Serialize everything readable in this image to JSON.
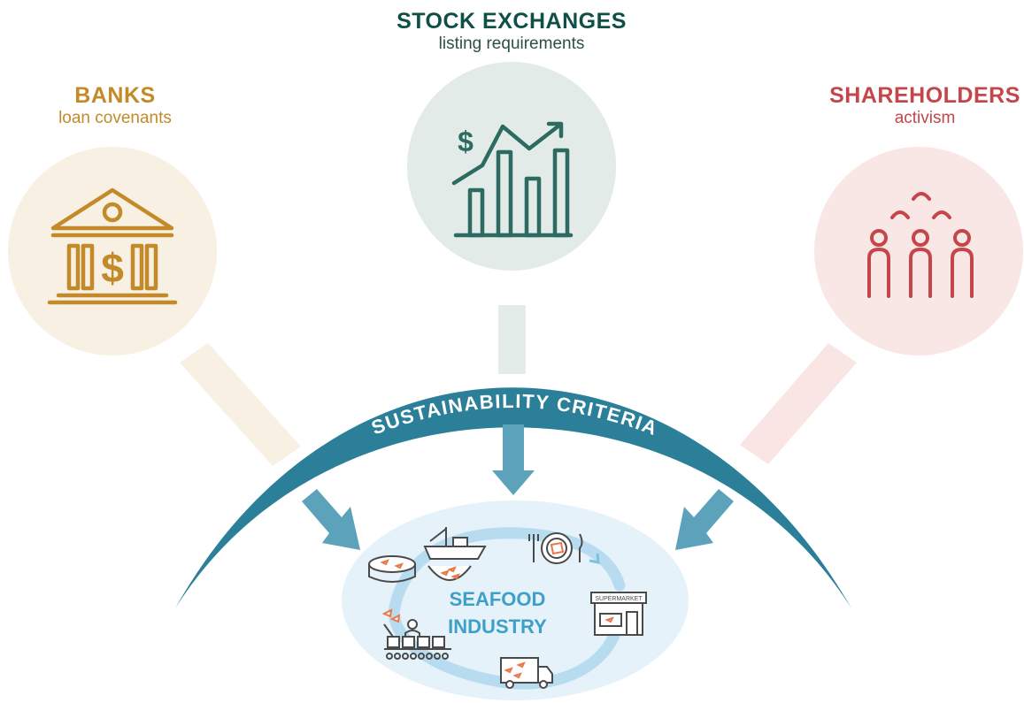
{
  "stock": {
    "title": "STOCK EXCHANGES",
    "subtitle": "listing requirements"
  },
  "banks": {
    "title": "BANKS",
    "subtitle": "loan covenants"
  },
  "shareholders": {
    "title": "SHAREHOLDERS",
    "subtitle": "activism"
  },
  "arc_label": "SUSTAINABILITY CRITERIA",
  "center": {
    "line1": "SEAFOOD",
    "line2": "INDUSTRY"
  },
  "supermarket_sign": "SUPERMARKET",
  "colors": {
    "banks": "#c38a2a",
    "stock": "#0f4f47",
    "shareholders": "#c4464a",
    "arc": "#2b7f98",
    "arrow": "#5ba2ba",
    "fish": "#e8784a"
  }
}
